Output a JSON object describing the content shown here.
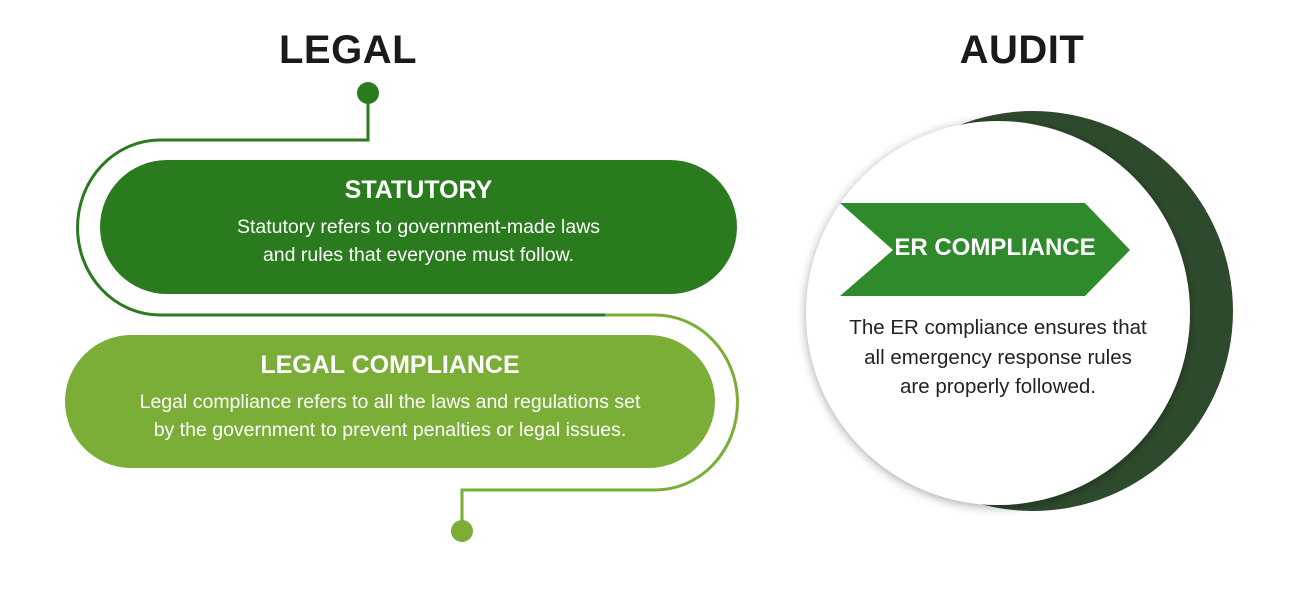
{
  "legal": {
    "title": "LEGAL",
    "statutory": {
      "heading": "STATUTORY",
      "line1": "Statutory refers to government-made laws",
      "line2": "and rules that everyone must follow."
    },
    "legal_compliance": {
      "heading": "LEGAL COMPLIANCE",
      "line1": "Legal compliance refers to all the laws and regulations set",
      "line2": "by the government to prevent penalties or legal issues."
    }
  },
  "audit": {
    "title": "AUDIT",
    "er_compliance": {
      "heading": "ER COMPLIANCE",
      "line1": "The ER compliance ensures that",
      "line2": "all emergency response rules",
      "line3": "are properly followed."
    }
  },
  "colors": {
    "dark_green": "#2a7a1e",
    "light_green": "#7aae36",
    "banner_green": "#2f8a2c",
    "crescent": "#2e4a2c"
  }
}
